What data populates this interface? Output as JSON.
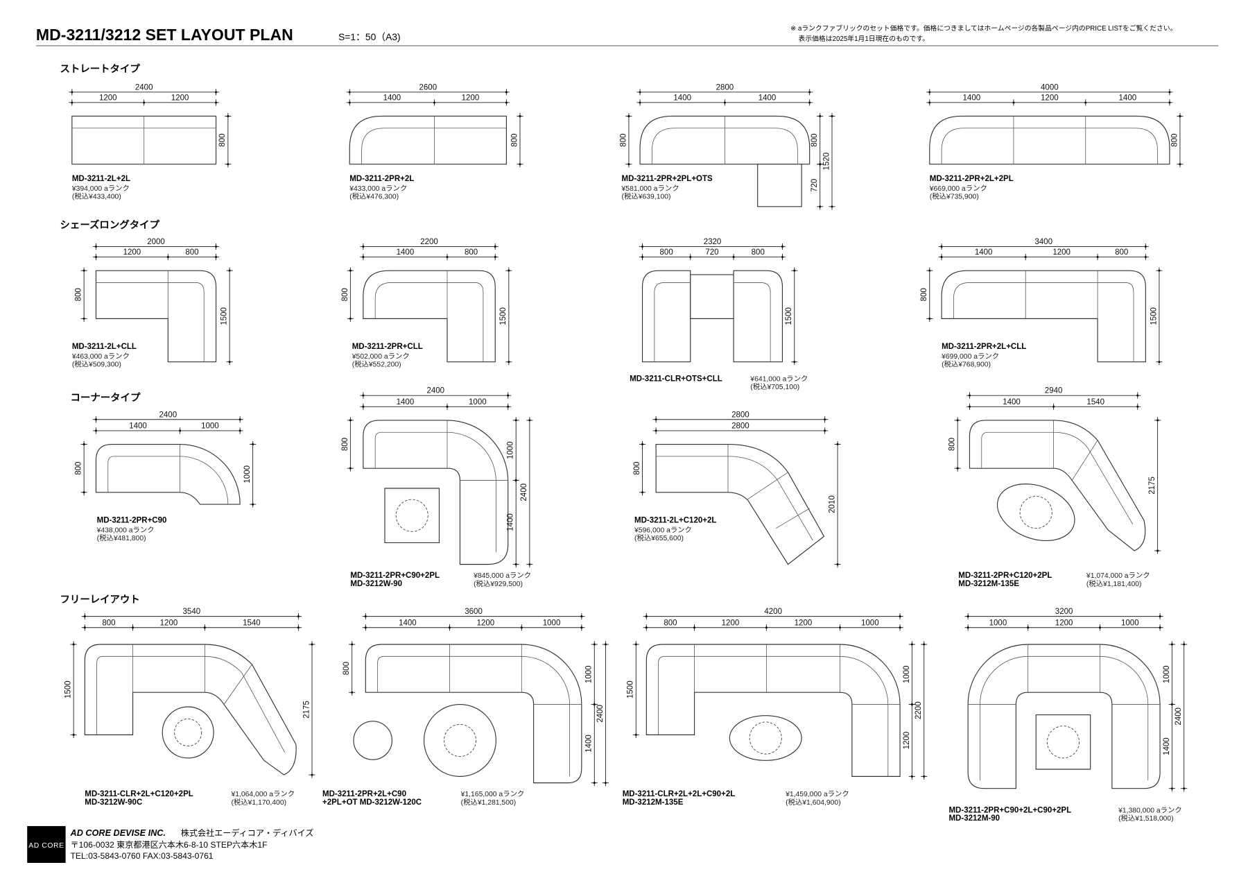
{
  "header": {
    "title": "MD-3211/3212  SET LAYOUT PLAN",
    "scale": "S=1：50（A3)",
    "note_line1": "※ aランクファブリックのセット価格です。価格につきましてはホームページの各製品ページ内のPRICE LISTをご覧ください。",
    "note_line2": "表示価格は2025年1月1日現在のものです。"
  },
  "sections": [
    {
      "title": "ストレートタイプ",
      "items": [
        {
          "model": [
            "MD-3211-2L+2L"
          ],
          "price": "¥394,000 aランク",
          "tax": "(税込¥433,400)",
          "dims": [
            "2400",
            "1200",
            "1200",
            "800"
          ]
        },
        {
          "model": [
            "MD-3211-2PR+2L"
          ],
          "price": "¥433,000 aランク",
          "tax": "(税込¥476,300)",
          "dims": [
            "2600",
            "1400",
            "1200",
            "800"
          ]
        },
        {
          "model": [
            "MD-3211-2PR+2PL+OTS"
          ],
          "price": "¥581,000 aランク",
          "tax": "(税込¥639,100)",
          "dims": [
            "2800",
            "1400",
            "1400",
            "800",
            "800",
            "720",
            "1520"
          ]
        },
        {
          "model": [
            "MD-3211-2PR+2L+2PL"
          ],
          "price": "¥669,000 aランク",
          "tax": "(税込¥735,900)",
          "dims": [
            "4000",
            "1400",
            "1200",
            "1400",
            "800"
          ]
        }
      ]
    },
    {
      "title": "シェーズロングタイプ",
      "items": [
        {
          "model": [
            "MD-3211-2L+CLL"
          ],
          "price": "¥463,000 aランク",
          "tax": "(税込¥509,300)",
          "dims": [
            "2000",
            "1200",
            "800",
            "800",
            "1500"
          ]
        },
        {
          "model": [
            "MD-3211-2PR+CLL"
          ],
          "price": "¥502,000 aランク",
          "tax": "(税込¥552,200)",
          "dims": [
            "2200",
            "1400",
            "800",
            "800",
            "1500"
          ]
        },
        {
          "model": [
            "MD-3211-CLR+OTS+CLL"
          ],
          "price": "¥641,000 aランク",
          "tax": "(税込¥705,100)",
          "dims": [
            "2320",
            "800",
            "720",
            "800",
            "1500"
          ]
        },
        {
          "model": [
            "MD-3211-2PR+2L+CLL"
          ],
          "price": "¥699,000 aランク",
          "tax": "(税込¥768,900)",
          "dims": [
            "3400",
            "1400",
            "1200",
            "800",
            "800",
            "1500"
          ]
        }
      ]
    },
    {
      "title": "コーナータイプ",
      "items": [
        {
          "model": [
            "MD-3211-2PR+C90"
          ],
          "price": "¥438,000 aランク",
          "tax": "(税込¥481,800)",
          "dims": [
            "2400",
            "1400",
            "1000",
            "800",
            "1000"
          ]
        },
        {
          "model": [
            "MD-3211-2PR+C90+2PL",
            "MD-3212W-90"
          ],
          "price": "¥845,000 aランク",
          "tax": "(税込¥929,500)",
          "dims": [
            "2400",
            "1400",
            "1000",
            "800",
            "1000",
            "1400",
            "2400"
          ]
        },
        {
          "model": [
            "MD-3211-2L+C120+2L"
          ],
          "price": "¥596,000 aランク",
          "tax": "(税込¥655,600)",
          "dims": [
            "2800",
            "2800",
            "800",
            "2010"
          ]
        },
        {
          "model": [
            "MD-3211-2PR+C120+2PL",
            "MD-3212M-135E"
          ],
          "price": "¥1,074,000 aランク",
          "tax": "(税込¥1,181,400)",
          "dims": [
            "2940",
            "1400",
            "1540",
            "800",
            "2175"
          ]
        }
      ]
    },
    {
      "title": "フリーレイアウト",
      "items": [
        {
          "model": [
            "MD-3211-CLR+2L+C120+2PL",
            "MD-3212W-90C"
          ],
          "price": "¥1,064,000 aランク",
          "tax": "(税込¥1,170,400)",
          "dims": [
            "3540",
            "800",
            "1200",
            "1540",
            "1500",
            "2175"
          ]
        },
        {
          "model": [
            "MD-3211-2PR+2L+C90",
            "+2PL+OT   MD-3212W-120C"
          ],
          "price": "¥1,165,000 aランク",
          "tax": "(税込¥1,281,500)",
          "dims": [
            "3600",
            "1400",
            "1200",
            "1000",
            "800",
            "1000",
            "1400",
            "2400"
          ]
        },
        {
          "model": [
            "MD-3211-CLR+2L+2L+C90+2L",
            "MD-3212M-135E"
          ],
          "price": "¥1,459,000 aランク",
          "tax": "(税込¥1,604,900)",
          "dims": [
            "4200",
            "800",
            "1200",
            "1200",
            "1000",
            "1500",
            "1000",
            "1200",
            "2200"
          ]
        },
        {
          "model": [
            "MD-3211-2PR+C90+2L+C90+2PL",
            "MD-3212M-90"
          ],
          "price": "¥1,380,000 aランク",
          "tax": "(税込¥1,518,000)",
          "dims": [
            "3200",
            "1000",
            "1200",
            "1000",
            "1000",
            "1400",
            "2400"
          ]
        }
      ]
    }
  ],
  "footer": {
    "logo": "AD CORE",
    "company_en": "AD CORE DEVISE INC.",
    "company_jp": "株式会社エーディコア・ディバイズ",
    "address": "〒106-0032 東京都港区六本木6-8-10 STEP六本木1F",
    "contact": "TEL:03-5843-0760  FAX:03-5843-0761"
  }
}
